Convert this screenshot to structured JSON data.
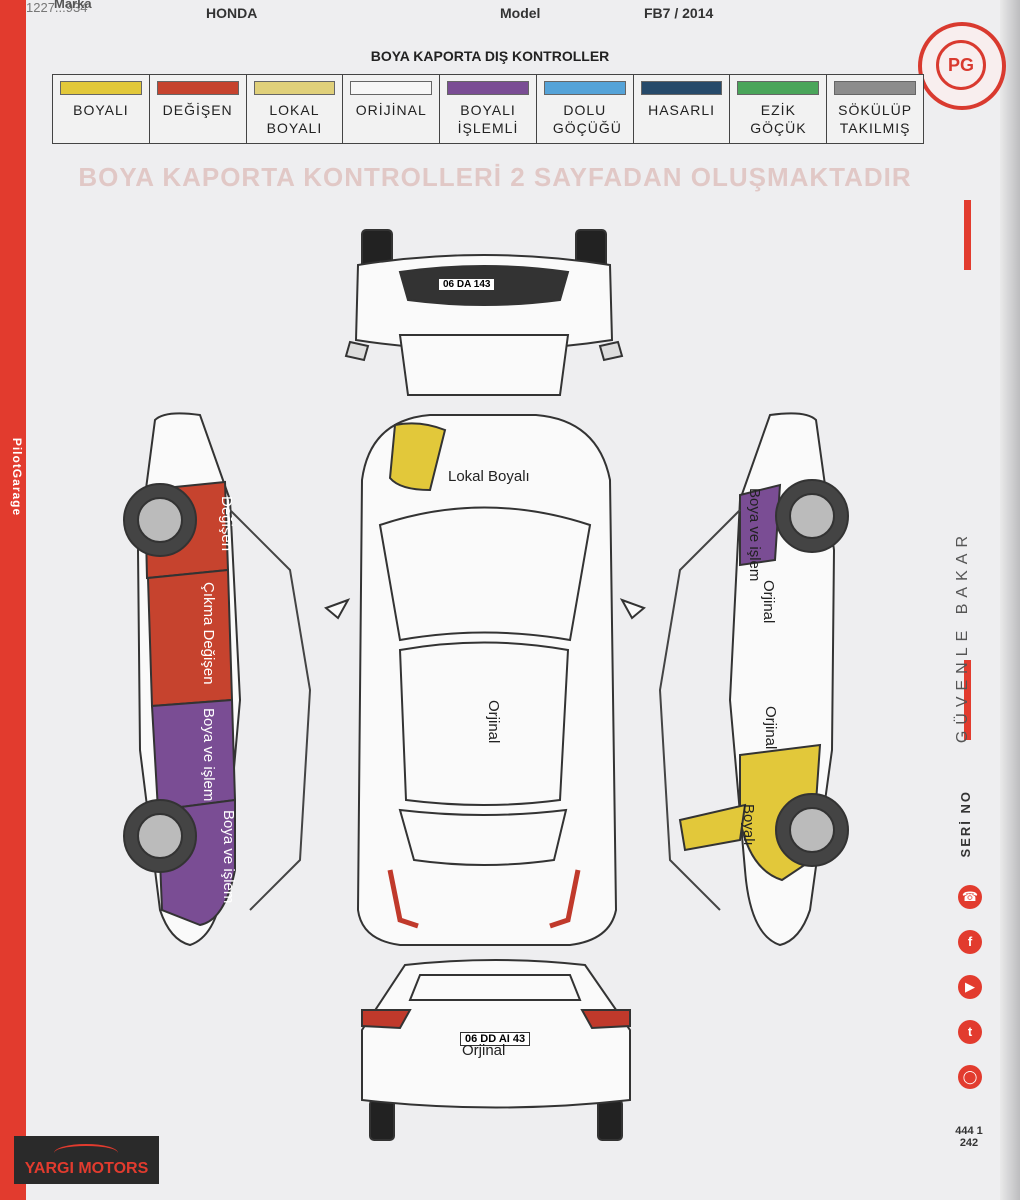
{
  "doc_code": "1227...934",
  "header": {
    "marka_label": "Marka",
    "marka_value": "HONDA",
    "model_label": "Model",
    "model_value": "FB7 / 2014"
  },
  "section_title": "BOYA KAPORTA DIŞ KONTROLLER",
  "legend": [
    {
      "label": "BOYALI",
      "color": "#e2c83a"
    },
    {
      "label": "DEĞİŞEN",
      "color": "#c6432e"
    },
    {
      "label": "LOKAL BOYALI",
      "color": "#e0d07a"
    },
    {
      "label": "ORİJİNAL",
      "color": "#f7f7f7"
    },
    {
      "label": "BOYALI İŞLEMLİ",
      "color": "#7a4d94"
    },
    {
      "label": "DOLU GÖÇÜĞÜ",
      "color": "#55a3d8"
    },
    {
      "label": "HASARLI",
      "color": "#264a6a"
    },
    {
      "label": "EZİK GÖÇÜK",
      "color": "#4aa55a"
    },
    {
      "label": "SÖKÜLÜP TAKILMIŞ",
      "color": "#8c8c8c"
    }
  ],
  "watermark": "BOYA KAPORTA KONTROLLERİ 2 SAYFADAN OLUŞMAKTADIR",
  "plates": {
    "front": "06 DA 143",
    "rear": "06 DD AI 43"
  },
  "notes": {
    "hood": "Lokal Boyalı",
    "roof": "Orjinal",
    "rear": "Orjinal",
    "left_fender": "Değişen",
    "left_front_door": "Çıkma Değişen",
    "left_rear_door": "Boya ve işlem",
    "left_quarter": "Boya ve işlem",
    "right_fender": "Boya ve işlem",
    "right_front_door": "Orjinal",
    "right_rear_door": "Orjinal",
    "right_quarter": "Boyalı"
  },
  "right_strip": {
    "slogan": "GÜVENLE BAKAR",
    "serial_label": "SERİ NO",
    "phone": "444 1 242"
  },
  "left_strip": {
    "brand": "PilotGarage"
  },
  "logo": {
    "name": "YARGI MOTORS"
  },
  "colors": {
    "accent": "#e23b2e",
    "changed": "#c6432e",
    "painted_processed": "#7a4d94",
    "painted": "#e2c83a"
  }
}
